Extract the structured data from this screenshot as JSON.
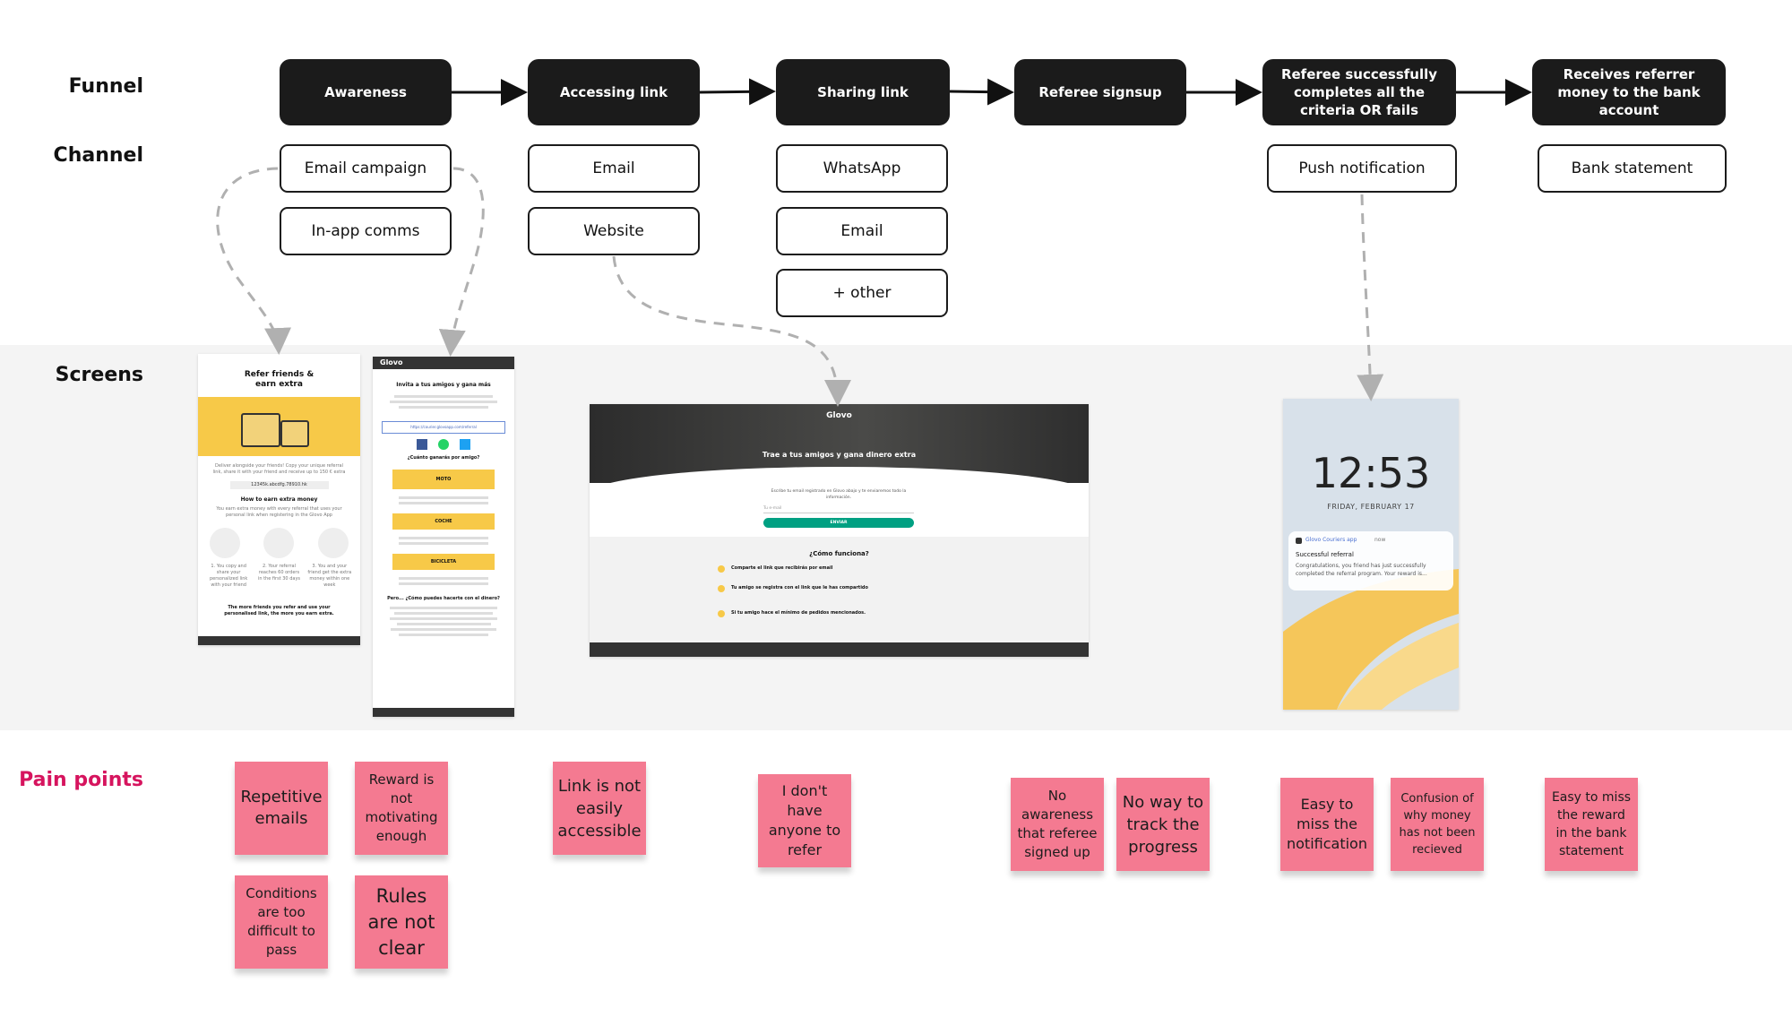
{
  "rows": {
    "funnel": "Funnel",
    "channel": "Channel",
    "screens": "Screens",
    "pain_points": "Pain points"
  },
  "stages": [
    "Awareness",
    "Accessing link",
    "Sharing link",
    "Referee signsup",
    "Referee successfully completes all the criteria OR fails",
    "Receives referrer money to the bank account"
  ],
  "channels": {
    "awareness": [
      "Email campaign",
      "In-app comms"
    ],
    "accessing": [
      "Email",
      "Website"
    ],
    "sharing": [
      "WhatsApp",
      "Email",
      "+ other"
    ],
    "completion": [
      "Push notification"
    ],
    "payout": [
      "Bank statement"
    ]
  },
  "screens": {
    "email1": {
      "title": "Refer friends & earn extra",
      "how_to": "How to earn extra money",
      "link_box": "12345k.abcdfg.78910.hk",
      "footer": "The more friends you refer and use your personalised link, the more you earn extra."
    },
    "email2": {
      "brand": "Glovo",
      "title": "Invita a tus amigos y gana más",
      "question": "¿Cuánto ganarás por amigo?",
      "rewards": [
        "MOTO",
        "COCHE",
        "BICICLETA"
      ],
      "how": "Pero... ¿Cómo puedes hacerte con el dinero?"
    },
    "website": {
      "brand": "Glovo",
      "hero": "Trae a tus amigos y gana dinero extra",
      "form_hint": "Escribe tu email registrado en Glovo abajo y te enviaremos todo la información.",
      "email_placeholder": "Tu e-mail",
      "button": "ENVIAR",
      "how_title": "¿Cómo funciona?",
      "steps": [
        "Comparte el link que recibirás por email",
        "Tu amigo se registra con el link que le has compartido",
        "Si tu amigo hace el mínimo de pedidos mencionados."
      ]
    },
    "phone": {
      "time": "12:53",
      "date": "FRIDAY, FEBRUARY 17",
      "app": "Glovo Couriers app",
      "when": "now",
      "notif_title": "Successful referral",
      "notif_body": "Congratulations, you friend has just successfully completed the referral program. Your reward is..."
    }
  },
  "pain_points": [
    "Repetitive emails",
    "Reward is not motivating enough",
    "Conditions are too difficult to pass",
    "Rules are not clear",
    "Link is not easily accessible",
    "I don't have anyone to refer",
    "No awareness that referee signed up",
    "No way to track the progress",
    "Easy to miss the notification",
    "Confusion of why money has not been recieved",
    "Easy to miss the reward in the bank statement"
  ],
  "colors": {
    "stage_bg": "#1b1b1b",
    "sticky": "#f47a91",
    "pain_label": "#d6145e",
    "band": "#f4f4f4",
    "glovo_yellow": "#f7c948",
    "glovo_green": "#00a082"
  }
}
